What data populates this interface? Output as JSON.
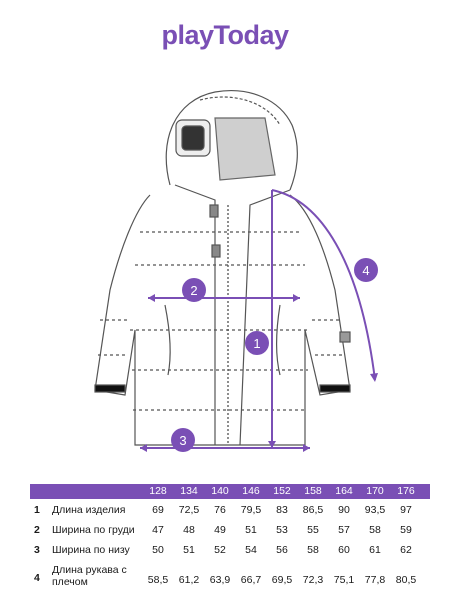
{
  "brand": {
    "logo_text": "playToday"
  },
  "diagram": {
    "markers": [
      "1",
      "2",
      "3",
      "4"
    ],
    "accent_color": "#7a4fb5"
  },
  "size_table": {
    "sizes": [
      "128",
      "134",
      "140",
      "146",
      "152",
      "158",
      "164",
      "170",
      "176"
    ],
    "rows": [
      {
        "num": "1",
        "label": "Длина изделия",
        "values": [
          "69",
          "72,5",
          "76",
          "79,5",
          "83",
          "86,5",
          "90",
          "93,5",
          "97"
        ]
      },
      {
        "num": "2",
        "label": "Ширина по груди",
        "values": [
          "47",
          "48",
          "49",
          "51",
          "53",
          "55",
          "57",
          "58",
          "59"
        ]
      },
      {
        "num": "3",
        "label": "Ширина по низу",
        "values": [
          "50",
          "51",
          "52",
          "54",
          "56",
          "58",
          "60",
          "61",
          "62"
        ]
      },
      {
        "num": "4",
        "label": "Длина рукава с плечом",
        "values": [
          "58,5",
          "61,2",
          "63,9",
          "66,7",
          "69,5",
          "72,3",
          "75,1",
          "77,8",
          "80,5"
        ]
      }
    ]
  }
}
